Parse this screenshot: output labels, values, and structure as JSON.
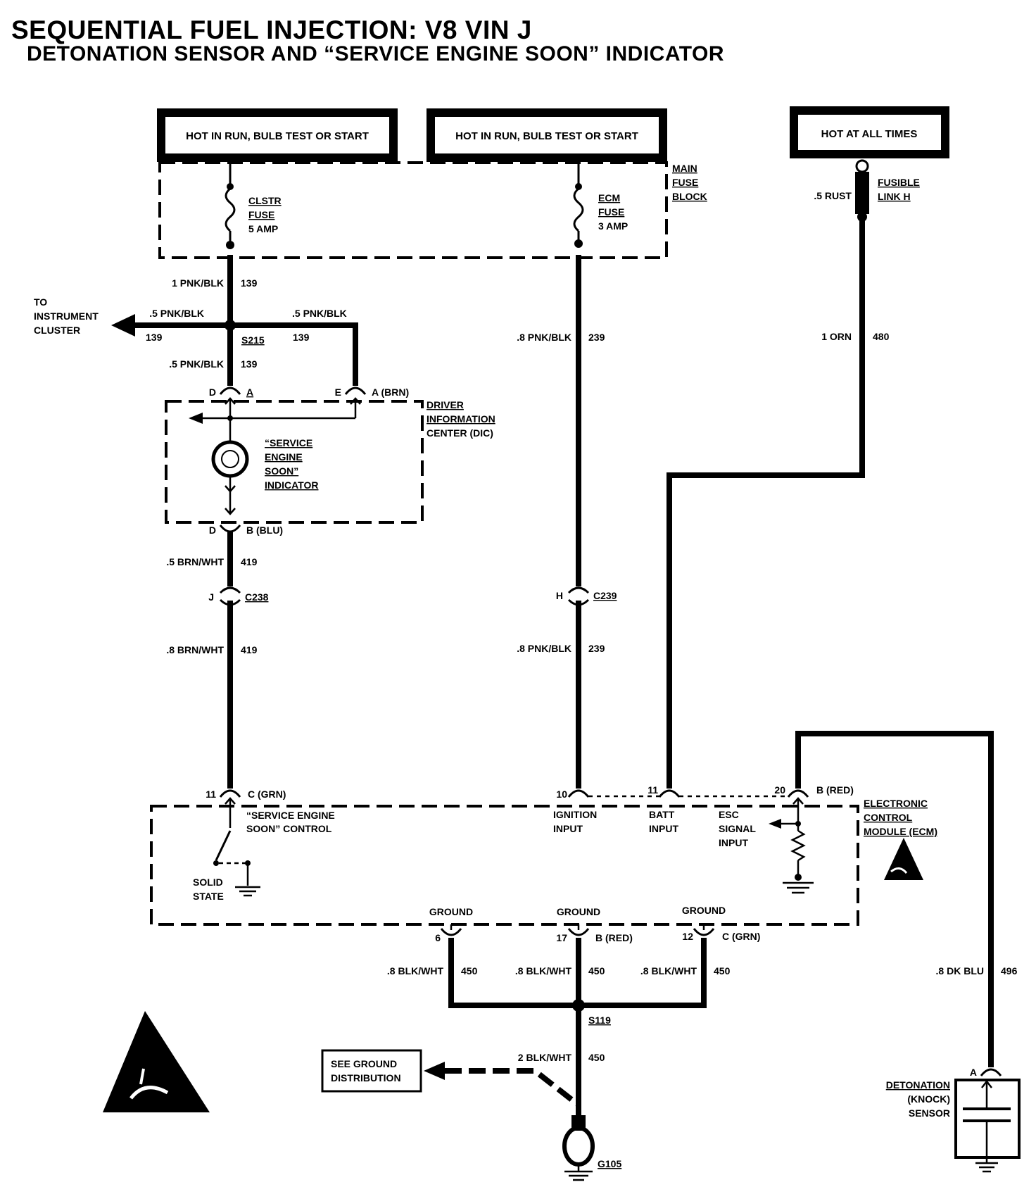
{
  "title": "SEQUENTIAL FUEL INJECTION:  V8  VIN J",
  "subtitle": "DETONATION SENSOR AND “SERVICE ENGINE SOON” INDICATOR",
  "power": {
    "left": "HOT IN RUN, BULB TEST OR START",
    "middle": "HOT IN RUN, BULB TEST OR START",
    "right": "HOT AT ALL TIMES"
  },
  "fuse_block": {
    "label": [
      "MAIN",
      "FUSE",
      "BLOCK"
    ],
    "clstr_fuse": [
      "CLSTR",
      "FUSE",
      "5 AMP"
    ],
    "ecm_fuse": [
      "ECM",
      "FUSE",
      "3 AMP"
    ]
  },
  "fusible_link": {
    "wire": ".5 RUST",
    "label": [
      "FUSIBLE",
      "LINK H"
    ]
  },
  "wires": {
    "w139_top": {
      "gauge": "1 PNK/BLK",
      "circuit": "139"
    },
    "w139_left": {
      "gauge": ".5 PNK/BLK",
      "circuit": "139"
    },
    "w139_right": {
      "gauge": ".5 PNK/BLK",
      "circuit": "139"
    },
    "w139_down": {
      "gauge": ".5 PNK/BLK",
      "circuit": "139"
    },
    "w239_top": {
      "gauge": ".8 PNK/BLK",
      "circuit": "239"
    },
    "w239_bottom": {
      "gauge": ".8 PNK/BLK",
      "circuit": "239"
    },
    "w480": {
      "gauge": "1 ORN",
      "circuit": "480"
    },
    "w419_top": {
      "gauge": ".5 BRN/WHT",
      "circuit": "419"
    },
    "w419_bottom": {
      "gauge": ".8 BRN/WHT",
      "circuit": "419"
    },
    "w450_a": {
      "gauge": ".8 BLK/WHT",
      "circuit": "450"
    },
    "w450_b": {
      "gauge": ".8 BLK/WHT",
      "circuit": "450"
    },
    "w450_c": {
      "gauge": ".8 BLK/WHT",
      "circuit": "450"
    },
    "w450_main": {
      "gauge": "2 BLK/WHT",
      "circuit": "450"
    },
    "w496": {
      "gauge": ".8 DK BLU",
      "circuit": "496"
    }
  },
  "splices": {
    "s215": "S215",
    "s119": "S119"
  },
  "to_cluster": [
    "TO",
    "INSTRUMENT",
    "CLUSTER"
  ],
  "dic": {
    "label": [
      "DRIVER",
      "INFORMATION",
      "CENTER (DIC)"
    ],
    "indicator": [
      "“SERVICE",
      "ENGINE",
      "SOON”",
      "INDICATOR"
    ],
    "pin_d_top": "D",
    "pin_a_top": "A",
    "pin_e": "E",
    "pin_a_brn": "A  (BRN)",
    "pin_d_bot": "D",
    "pin_b_blu": "B  (BLU)"
  },
  "connectors": {
    "c238": {
      "pin": "J",
      "name": "C238"
    },
    "c239": {
      "pin": "H",
      "name": "C239"
    }
  },
  "ecm": {
    "label": [
      "ELECTRONIC",
      "CONTROL",
      "MODULE (ECM)"
    ],
    "pins": {
      "p11_left": "11",
      "c_grn": "C  (GRN)",
      "p10": "10",
      "p11_batt": "11",
      "p20": "20",
      "b_red": "B  (RED)"
    },
    "ses_control": [
      "“SERVICE ENGINE",
      "SOON” CONTROL"
    ],
    "ignition": [
      "IGNITION",
      "INPUT"
    ],
    "batt": [
      "BATT",
      "INPUT"
    ],
    "esc": [
      "ESC",
      "SIGNAL",
      "INPUT"
    ],
    "solid_state": [
      "SOLID",
      "STATE"
    ],
    "grounds": {
      "g1": {
        "label": "GROUND",
        "pin": "6"
      },
      "g2": {
        "label": "GROUND",
        "pin": "17",
        "conn": "B  (RED)"
      },
      "g3": {
        "label": "GROUND",
        "pin": "12",
        "conn": "C  (GRN)"
      }
    }
  },
  "see_ground": [
    "SEE GROUND",
    "DISTRIBUTION"
  ],
  "ground_point": "G105",
  "knock_sensor": {
    "pin": "A",
    "label": [
      "DETONATION",
      "(KNOCK)",
      "SENSOR"
    ]
  }
}
